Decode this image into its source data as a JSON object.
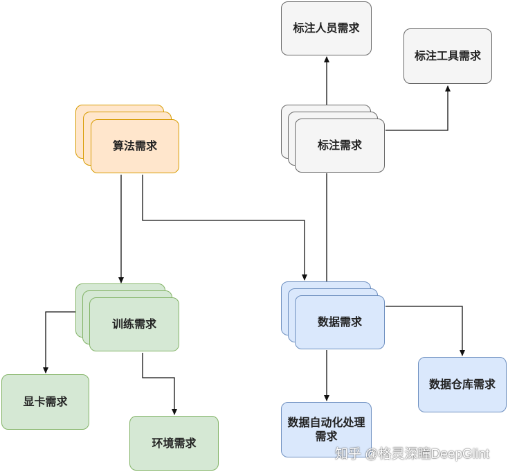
{
  "nodes": {
    "labeling_personnel": "标注人员需求",
    "labeling_tool": "标注工具需求",
    "algorithm": "算法需求",
    "labeling": "标注需求",
    "training": "训练需求",
    "data": "数据需求",
    "gpu": "显卡需求",
    "environment": "环境需求",
    "data_automation": "数据自动化处理需求",
    "data_warehouse": "数据仓库需求"
  },
  "watermark": "知乎 @格灵深瞳DeepGlint",
  "colors": {
    "gray_fill": "#f5f5f5",
    "orange_fill": "#ffe6cc",
    "green_fill": "#d5e8d4",
    "blue_fill": "#dae8fc"
  }
}
